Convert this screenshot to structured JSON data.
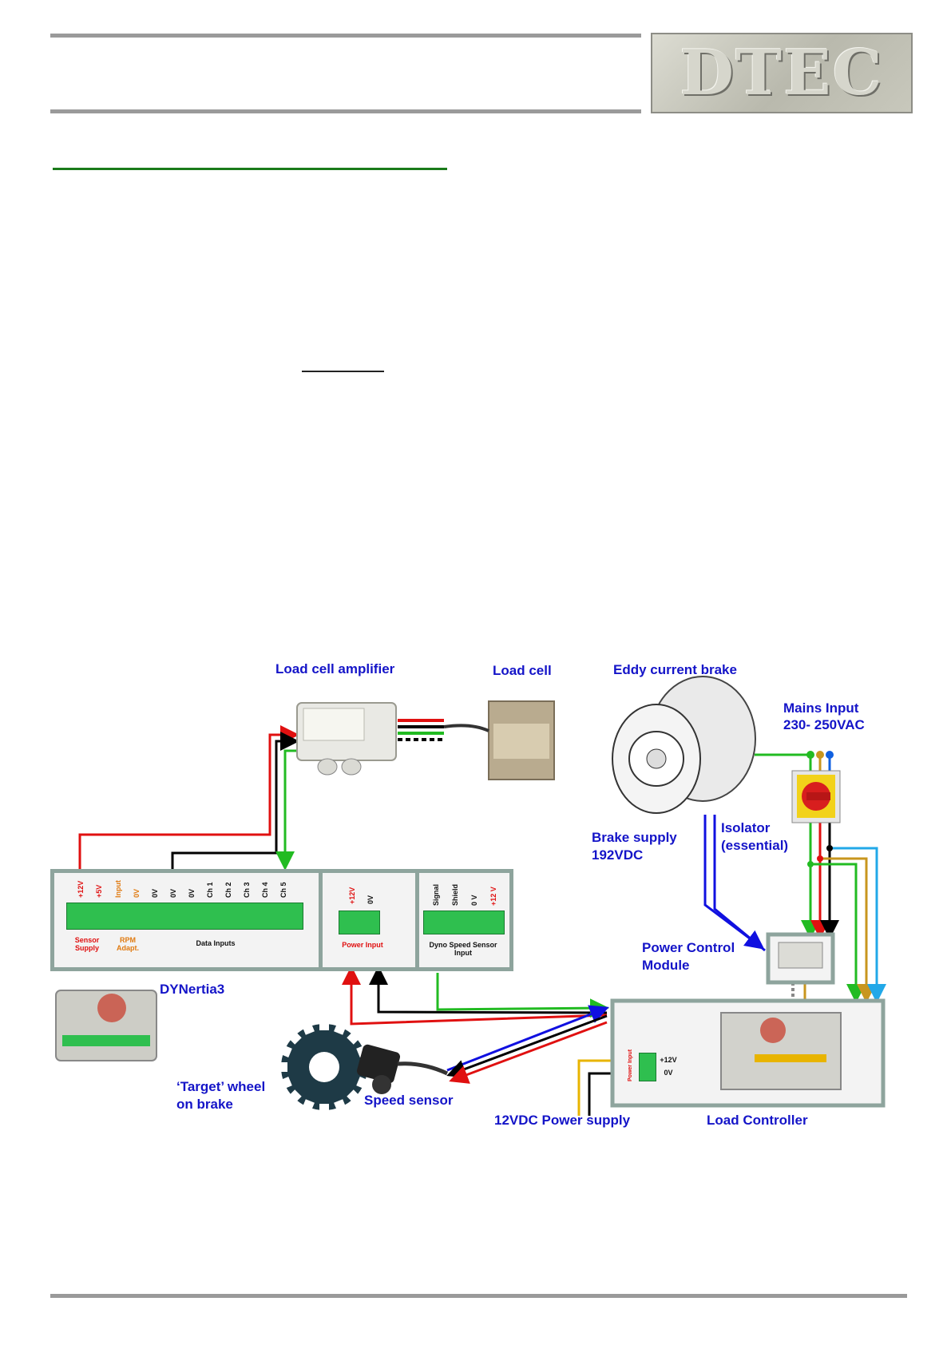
{
  "header": {
    "logo_text": "DTEC"
  },
  "diagram": {
    "labels": {
      "load_cell_amplifier": "Load cell amplifier",
      "load_cell": "Load cell",
      "eddy_current_brake": "Eddy current brake",
      "mains_input_line1": "Mains Input",
      "mains_input_line2": "230- 250VAC",
      "brake_supply_line1": "Brake supply",
      "brake_supply_line2": "192VDC",
      "isolator_line1": "Isolator",
      "isolator_line2": "(essential)",
      "power_control_line1": "Power Control",
      "power_control_line2": "Module",
      "dynertia3": "DYNertia3",
      "target_wheel_line1": "‘Target’ wheel",
      "target_wheel_line2": "on brake",
      "speed_sensor": "Speed sensor",
      "power_supply_12vdc": "12VDC Power supply",
      "load_controller": "Load Controller"
    },
    "dynertia_terminals": [
      "+12V",
      "+5V",
      "Input",
      "0V",
      "0V",
      "0V",
      "0V",
      "Ch 1",
      "Ch 2",
      "Ch 3",
      "Ch 4",
      "Ch 5"
    ],
    "dynertia_group_labels": {
      "sensor_supply": "Sensor Supply",
      "rpm_adapt": "RPM Adapt.",
      "data_inputs": "Data Inputs"
    },
    "power_input_terminals": [
      "+12V",
      "0V"
    ],
    "power_input_label": "Power Input",
    "speed_input_terminals": [
      "Signal",
      "Shield",
      "0 V",
      "+12 V"
    ],
    "speed_input_label": "Dyno Speed Sensor Input",
    "controller_terminals": [
      "+12V",
      "0V"
    ],
    "controller_power_label": "Power Input",
    "colors": {
      "label_blue": "#1414c8",
      "wire_red": "#e01010",
      "wire_black": "#000000",
      "wire_green": "#22bb22",
      "wire_blue": "#1010e0",
      "wire_yellow": "#e8b400",
      "wire_brown": "#c8961e",
      "wire_lightblue": "#22a8e8",
      "panel_border": "#8ea49d",
      "terminal_green": "#2fbf4f"
    }
  }
}
